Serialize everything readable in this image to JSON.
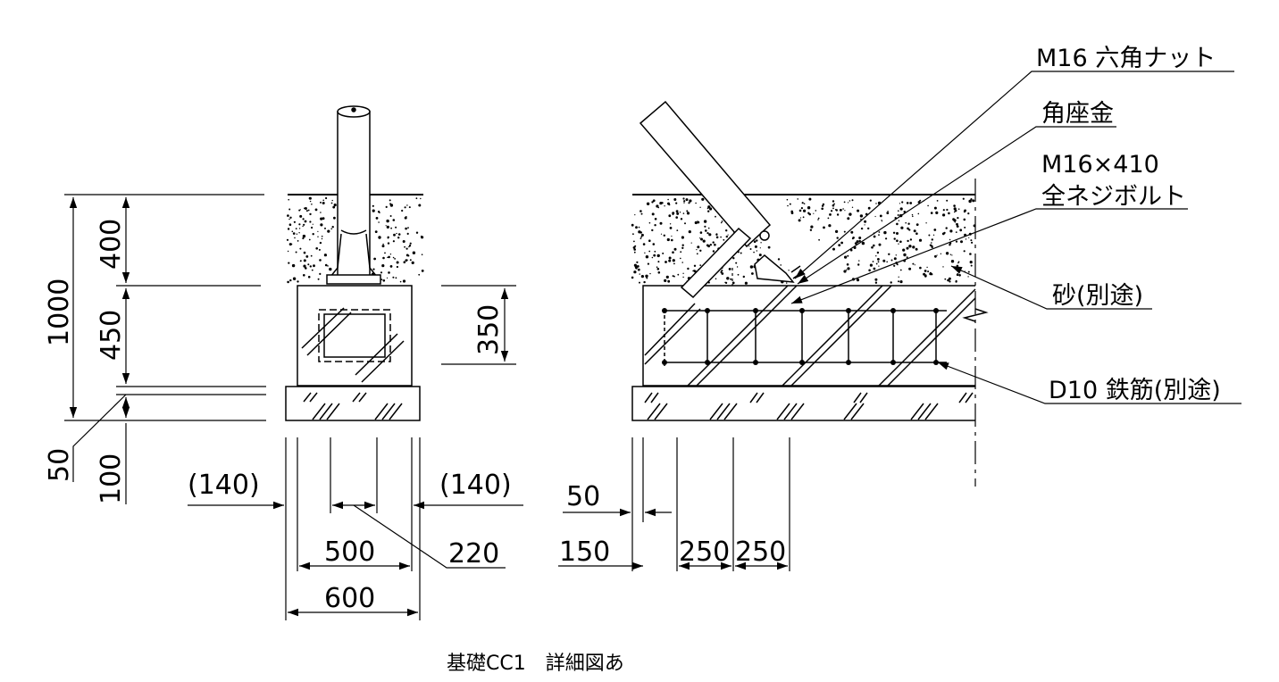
{
  "left_view": {
    "vertical_dims": {
      "total": "1000",
      "upper": "400",
      "middle": "450",
      "thin": "50",
      "lower": "100",
      "inner_height": "350"
    },
    "horizontal_dims": {
      "edge_left": "(140)",
      "edge_right": "(140)",
      "inner": "220",
      "body": "500",
      "overall": "600"
    }
  },
  "right_view": {
    "horizontal_dims": {
      "offset": "50",
      "edge": "150",
      "spacing_a": "250",
      "spacing_b": "250"
    },
    "callouts": {
      "nut": "M16 六角ナット",
      "washer": "角座金",
      "bolt_size": "M16×410",
      "bolt_type": "全ネジボルト",
      "sand": "砂(別途)",
      "rebar": "D10 鉄筋(別途)"
    }
  },
  "caption": "基礎CC1　詳細図あ"
}
